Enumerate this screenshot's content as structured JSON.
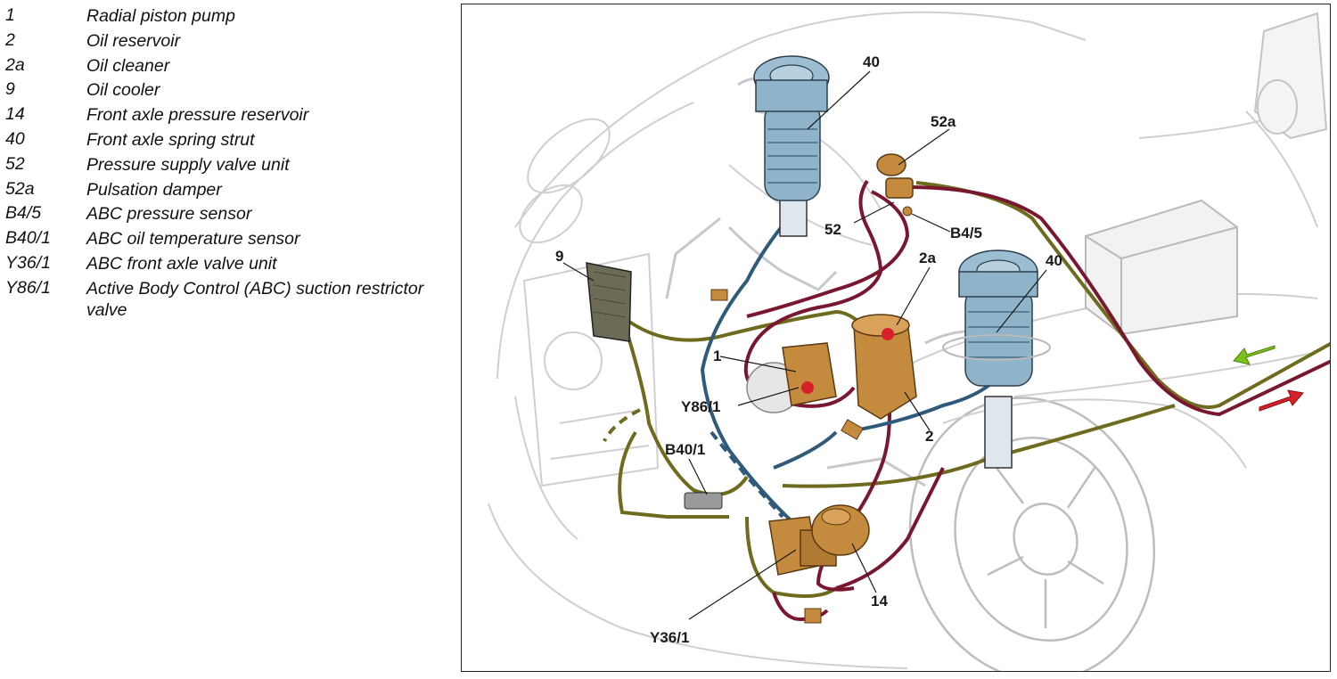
{
  "legend": [
    {
      "code": "1",
      "text": "Radial piston pump"
    },
    {
      "code": "2",
      "text": "Oil reservoir"
    },
    {
      "code": "2a",
      "text": "Oil cleaner"
    },
    {
      "code": "9",
      "text": "Oil cooler"
    },
    {
      "code": "14",
      "text": "Front axle pressure reservoir"
    },
    {
      "code": "40",
      "text": "Front axle spring strut"
    },
    {
      "code": "52",
      "text": "Pressure supply valve unit"
    },
    {
      "code": "52a",
      "text": "Pulsation damper"
    },
    {
      "code": "B4/5",
      "text": "ABC pressure sensor"
    },
    {
      "code": "B40/1",
      "text": "ABC oil temperature sensor"
    },
    {
      "code": "Y36/1",
      "text": "ABC front axle valve unit"
    },
    {
      "code": "Y86/1",
      "text": "Active Body Control (ABC) suction restrictor valve"
    }
  ],
  "callouts": {
    "strut_left": "40",
    "damper": "52a",
    "valve_unit": "52",
    "pressure_sensor": "B4/5",
    "oil_cleaner": "2a",
    "strut_right": "40",
    "oil_cooler": "9",
    "pump": "1",
    "suction_valve": "Y86/1",
    "reservoir": "2",
    "temp_sensor": "B40/1",
    "pressure_reservoir": "14",
    "axle_valve": "Y36/1"
  },
  "colors": {
    "return_line": "#6e6a1e",
    "pressure_line": "#7a1730",
    "suction_line": "#2f5a7a",
    "arrow_green": "#7cc11c",
    "arrow_red": "#d8202a",
    "component_brass": "#c48a3e",
    "strut_blue": "#8fb3c9"
  }
}
